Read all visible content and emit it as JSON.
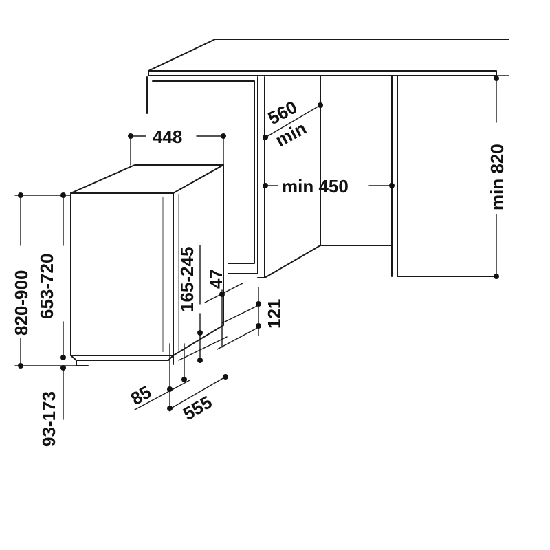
{
  "labels": {
    "width_448": "448",
    "cab_depth_560": "560",
    "cab_depth_min": "min",
    "min_450": "min 450",
    "min_820": "min 820",
    "height_820_900": "820-900",
    "height_653_720": "653-720",
    "plinth_165_245": "165-245",
    "gap_47": "47",
    "dim_121": "121",
    "foot_85": "85",
    "depth_555": "555",
    "foot_93_173": "93-173"
  }
}
